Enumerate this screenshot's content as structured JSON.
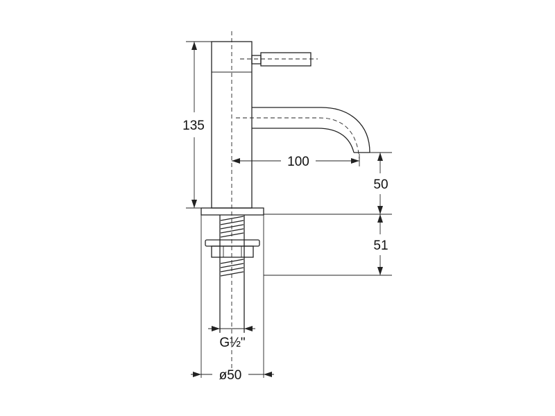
{
  "drawing": {
    "line_color": "#222222",
    "background": "#ffffff",
    "dimensions": {
      "height_body": "135",
      "spout_reach": "100",
      "spout_clearance": "50",
      "base_height": "51",
      "thread": "G½\"",
      "base_diameter": "ø50"
    }
  }
}
